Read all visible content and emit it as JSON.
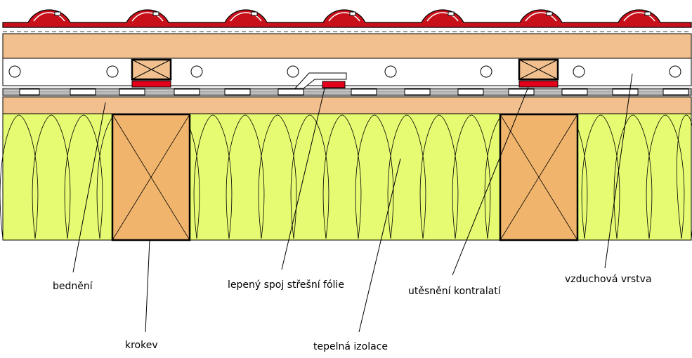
{
  "labels": {
    "bedneni": "bednění",
    "krokev": "krokev",
    "lepeny_spoj": "lepený spoj střešní fólie",
    "tepelna_izolace": "tepelná izolace",
    "utesneni": "utěsnění kontralatí",
    "vzduchova_vrstva": "vzduchová vrstva"
  },
  "colors": {
    "tile": "#c8101b",
    "timber": "#f2c08e",
    "rafter": "#f0b46c",
    "insulation": "#e6fb72",
    "seal": "#e3001b",
    "line": "#000000"
  }
}
